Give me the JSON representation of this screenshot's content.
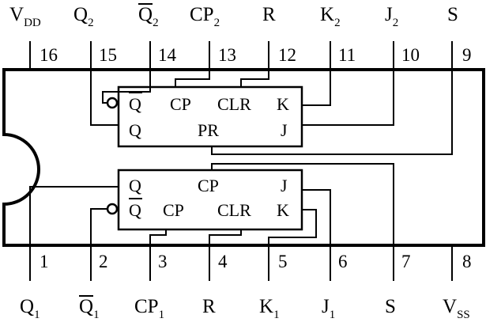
{
  "top_pins": [
    {
      "num": "16",
      "name": "V",
      "sub": "DD",
      "bar": false
    },
    {
      "num": "15",
      "name": "Q",
      "sub": "2",
      "bar": false
    },
    {
      "num": "14",
      "name": "Q",
      "sub": "2",
      "bar": true
    },
    {
      "num": "13",
      "name": "CP",
      "sub": "2",
      "bar": false
    },
    {
      "num": "12",
      "name": "R",
      "sub": "",
      "bar": false
    },
    {
      "num": "11",
      "name": "K",
      "sub": "2",
      "bar": false
    },
    {
      "num": "10",
      "name": "J",
      "sub": "2",
      "bar": false
    },
    {
      "num": "9",
      "name": "S",
      "sub": "",
      "bar": false
    }
  ],
  "bottom_pins": [
    {
      "num": "1",
      "name": "Q",
      "sub": "1",
      "bar": false
    },
    {
      "num": "2",
      "name": "Q",
      "sub": "1",
      "bar": true
    },
    {
      "num": "3",
      "name": "CP",
      "sub": "1",
      "bar": false
    },
    {
      "num": "4",
      "name": "R",
      "sub": "",
      "bar": false
    },
    {
      "num": "5",
      "name": "K",
      "sub": "1",
      "bar": false
    },
    {
      "num": "6",
      "name": "J",
      "sub": "1",
      "bar": false
    },
    {
      "num": "7",
      "name": "S",
      "sub": "",
      "bar": false
    },
    {
      "num": "8",
      "name": "V",
      "sub": "SS",
      "bar": false
    }
  ],
  "ff_upper": {
    "qbar": "Q",
    "cp": "CP",
    "clr": "CLR",
    "k": "K",
    "q": "Q",
    "pr": "PR",
    "j": "J"
  },
  "ff_lower": {
    "q": "Q",
    "cp_top": "CP",
    "j": "J",
    "qbar": "Q",
    "cp": "CP",
    "clr": "CLR",
    "k": "K"
  }
}
